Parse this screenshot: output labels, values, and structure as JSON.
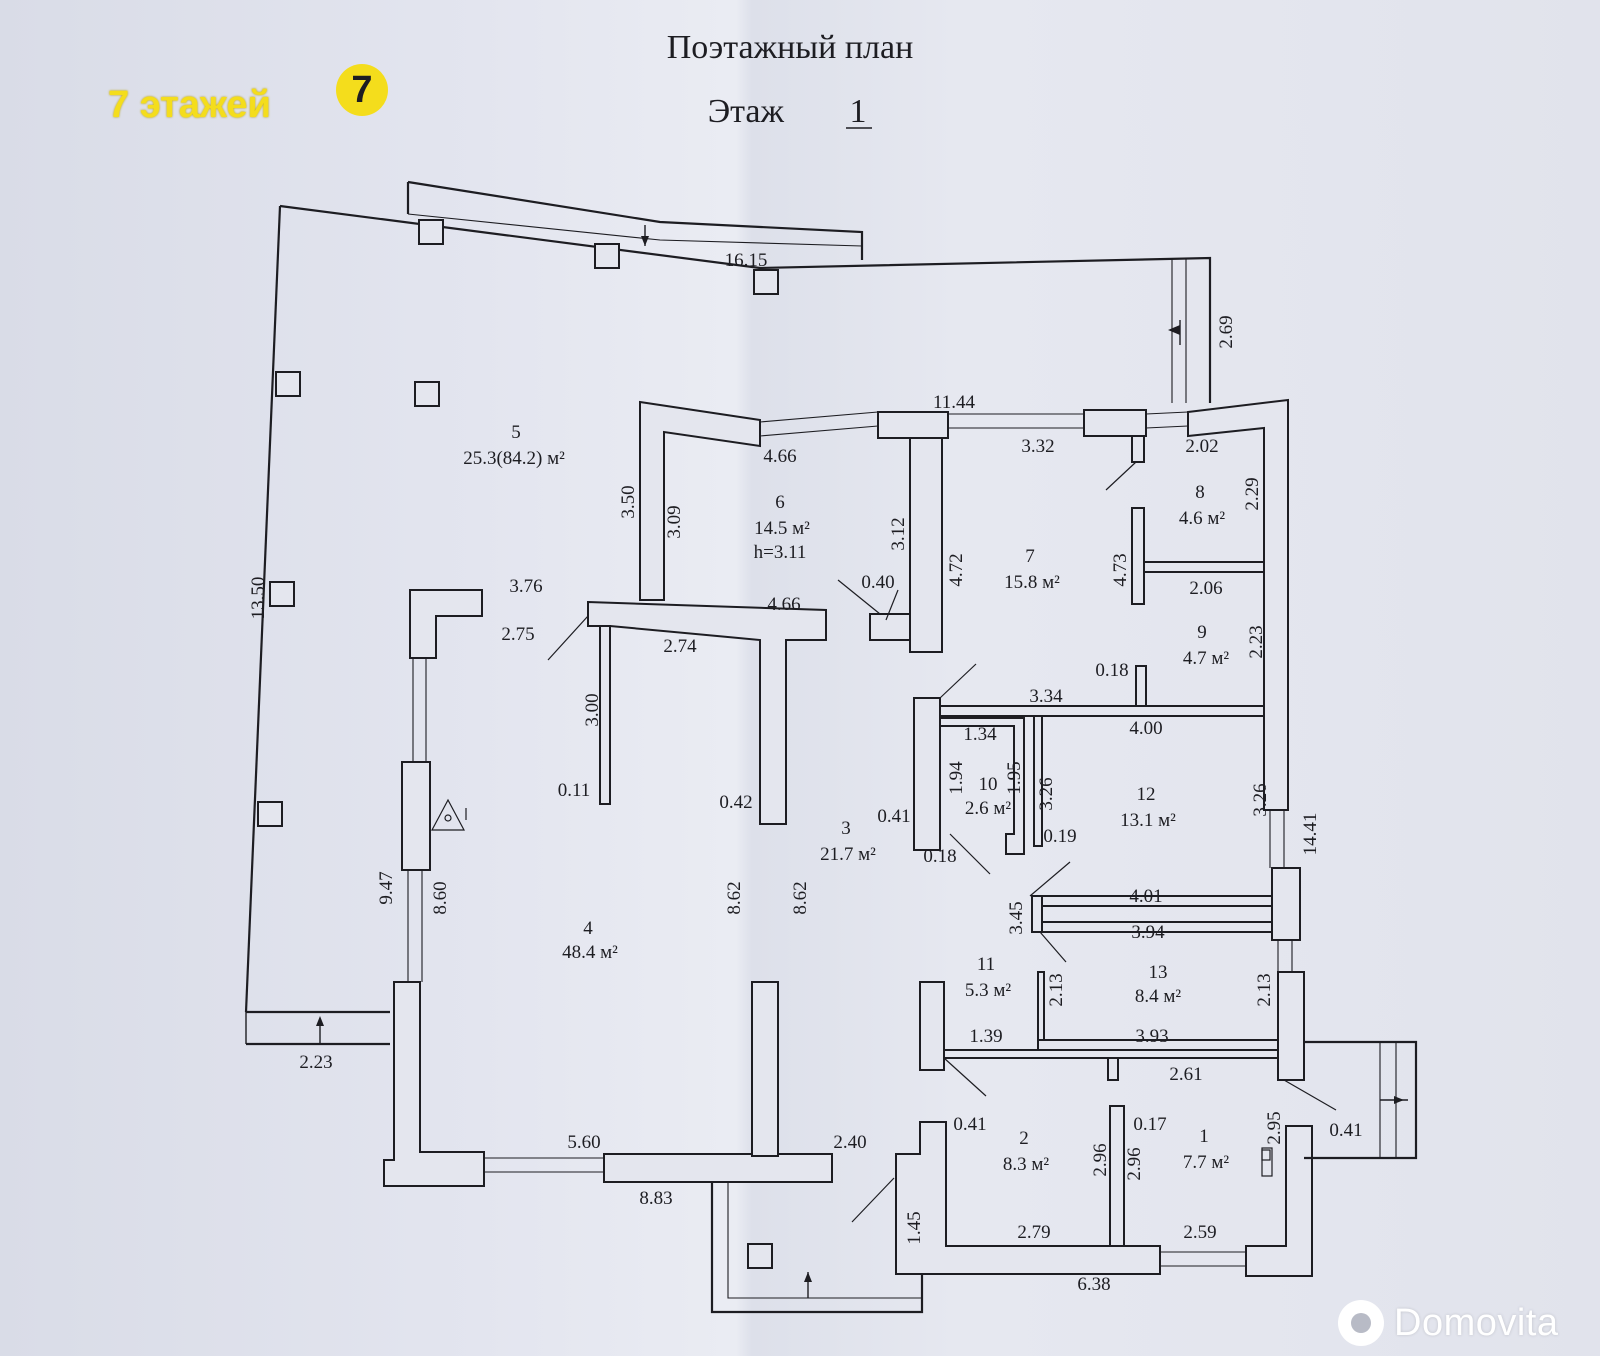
{
  "title": {
    "line1": "Поэтажный план",
    "line2_prefix": "Этаж",
    "floor_number": "1"
  },
  "brand_logo": {
    "text": "7 этажей",
    "badge": "7",
    "color": "#f4dd1c"
  },
  "watermark": {
    "text": "Domovita"
  },
  "rooms": [
    {
      "number": "1",
      "area": "7.7 м²"
    },
    {
      "number": "2",
      "area": "8.3 м²"
    },
    {
      "number": "3",
      "area": "21.7 м²"
    },
    {
      "number": "4",
      "area": "48.4 м²"
    },
    {
      "number": "5",
      "area": "25.3(84.2) м²"
    },
    {
      "number": "6",
      "area": "14.5 м²",
      "height": "h=3.11"
    },
    {
      "number": "7",
      "area": "15.8 м²"
    },
    {
      "number": "8",
      "area": "4.6 м²"
    },
    {
      "number": "9",
      "area": "4.7 м²"
    },
    {
      "number": "10",
      "area": "2.6 м²"
    },
    {
      "number": "11",
      "area": "5.3 м²"
    },
    {
      "number": "12",
      "area": "13.1 м²"
    },
    {
      "number": "13",
      "area": "8.4 м²"
    }
  ],
  "dimensions": [
    "16.15",
    "2.69",
    "11.44",
    "4.66",
    "3.32",
    "2.02",
    "3.50",
    "3.09",
    "3.12",
    "4.72",
    "2.29",
    "4.73",
    "2.06",
    "13.50",
    "3.76",
    "2.75",
    "4.66",
    "2.74",
    "0.40",
    "2.23",
    "0.18",
    "3.34",
    "4.00",
    "1.34",
    "3.00",
    "1.94",
    "1.95",
    "3.26",
    "3.26",
    "14.41",
    "0.11",
    "0.42",
    "0.41",
    "0.19",
    "0.18",
    "9.47",
    "8.60",
    "8.62",
    "8.62",
    "4.01",
    "3.45",
    "3.94",
    "2.13",
    "2.13",
    "1.39",
    "3.93",
    "2.23",
    "2.61",
    "0.17",
    "0.41",
    "0.41",
    "2.95",
    "2.96",
    "2.96",
    "5.60",
    "2.40",
    "8.83",
    "1.45",
    "2.79",
    "2.59",
    "6.38"
  ]
}
